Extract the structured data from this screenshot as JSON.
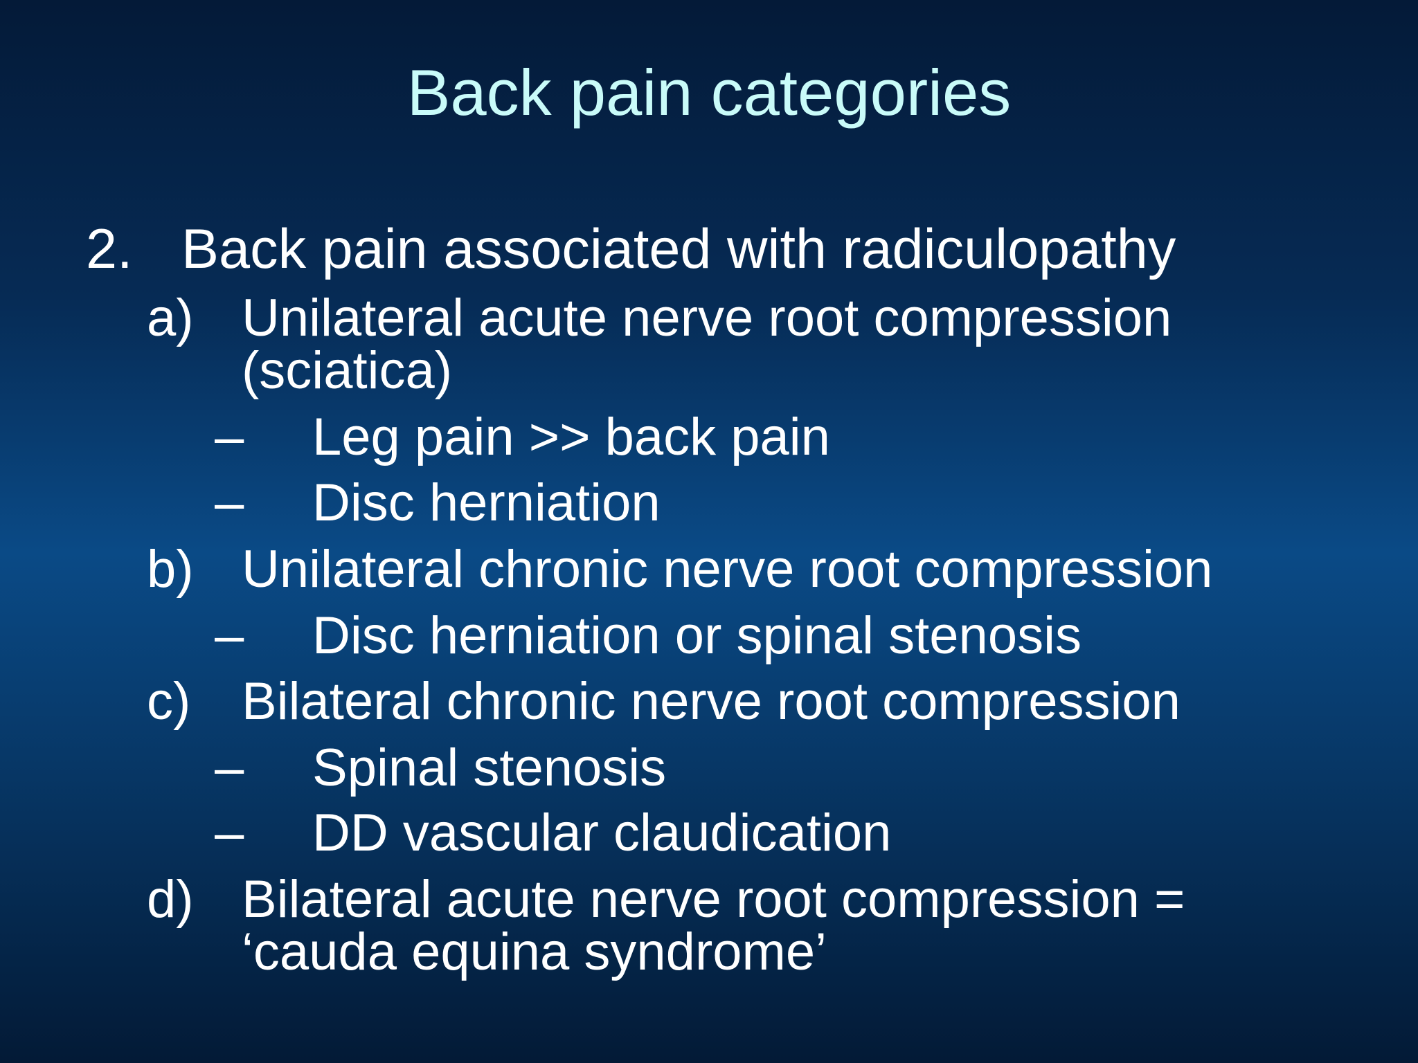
{
  "slide": {
    "title": "Back pain categories",
    "main_number": "2.",
    "main_text": "Back pain associated with radiculopathy",
    "items": [
      {
        "marker": "a)",
        "lines": [
          "Unilateral acute nerve root compression",
          "(sciatica)"
        ]
      },
      {
        "marker": "b)",
        "lines": [
          "Unilateral chronic nerve root compression"
        ]
      },
      {
        "marker": "c)",
        "lines": [
          "Bilateral chronic nerve root compression"
        ]
      },
      {
        "marker": "d)",
        "lines": [
          "Bilateral acute nerve root compression =",
          "‘cauda equina syndrome’"
        ]
      }
    ],
    "subitems": [
      {
        "marker": "–",
        "text": "Leg pain >> back pain"
      },
      {
        "marker": "–",
        "text": "Disc herniation"
      },
      {
        "marker": "–",
        "text": "Disc herniation or spinal stenosis"
      },
      {
        "marker": "–",
        "text": "Spinal stenosis"
      },
      {
        "marker": "–",
        "text": "DD vascular claudication"
      }
    ]
  }
}
